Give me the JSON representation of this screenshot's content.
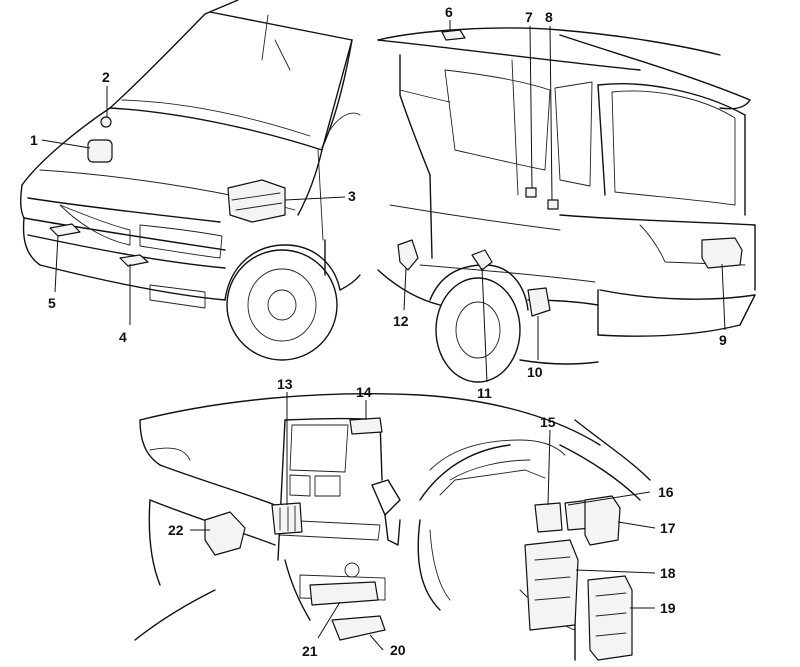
{
  "diagram": {
    "type": "component-location-illustration",
    "callouts": [
      "1",
      "2",
      "3",
      "4",
      "5",
      "6",
      "7",
      "8",
      "9",
      "10",
      "11",
      "12",
      "13",
      "14",
      "15",
      "16",
      "17",
      "18",
      "19",
      "20",
      "21",
      "22"
    ]
  }
}
